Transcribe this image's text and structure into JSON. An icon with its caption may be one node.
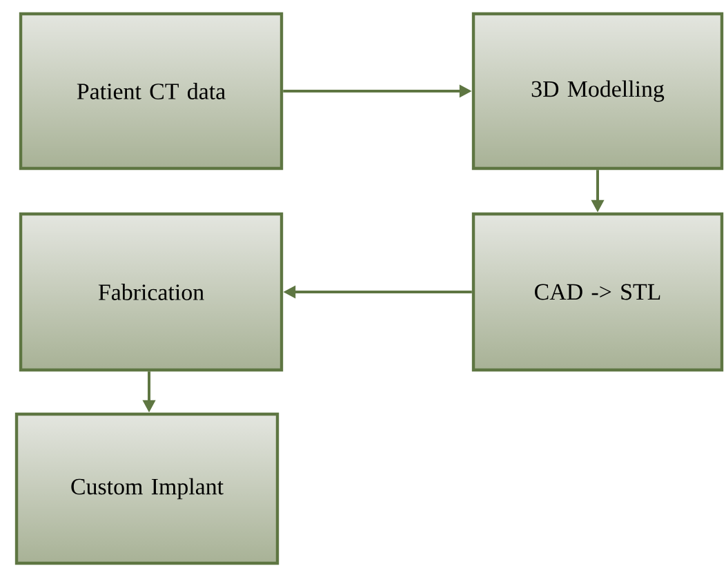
{
  "diagram": {
    "nodes": [
      {
        "text": [
          "Patient CT data"
        ]
      },
      {
        "text": [
          "3D Modelling"
        ]
      },
      {
        "text": [
          "CAD -> STL"
        ]
      },
      {
        "text": [
          "Fabrication"
        ]
      },
      {
        "text": [
          "Custom Implant"
        ]
      }
    ],
    "edges": [
      {
        "from": 0,
        "to": 1,
        "arrow": "to"
      },
      {
        "from": 1,
        "to": 2,
        "arrow": "to"
      },
      {
        "from": 2,
        "to": 3,
        "arrow": "to"
      },
      {
        "from": 3,
        "to": 4,
        "arrow": "to"
      }
    ]
  }
}
